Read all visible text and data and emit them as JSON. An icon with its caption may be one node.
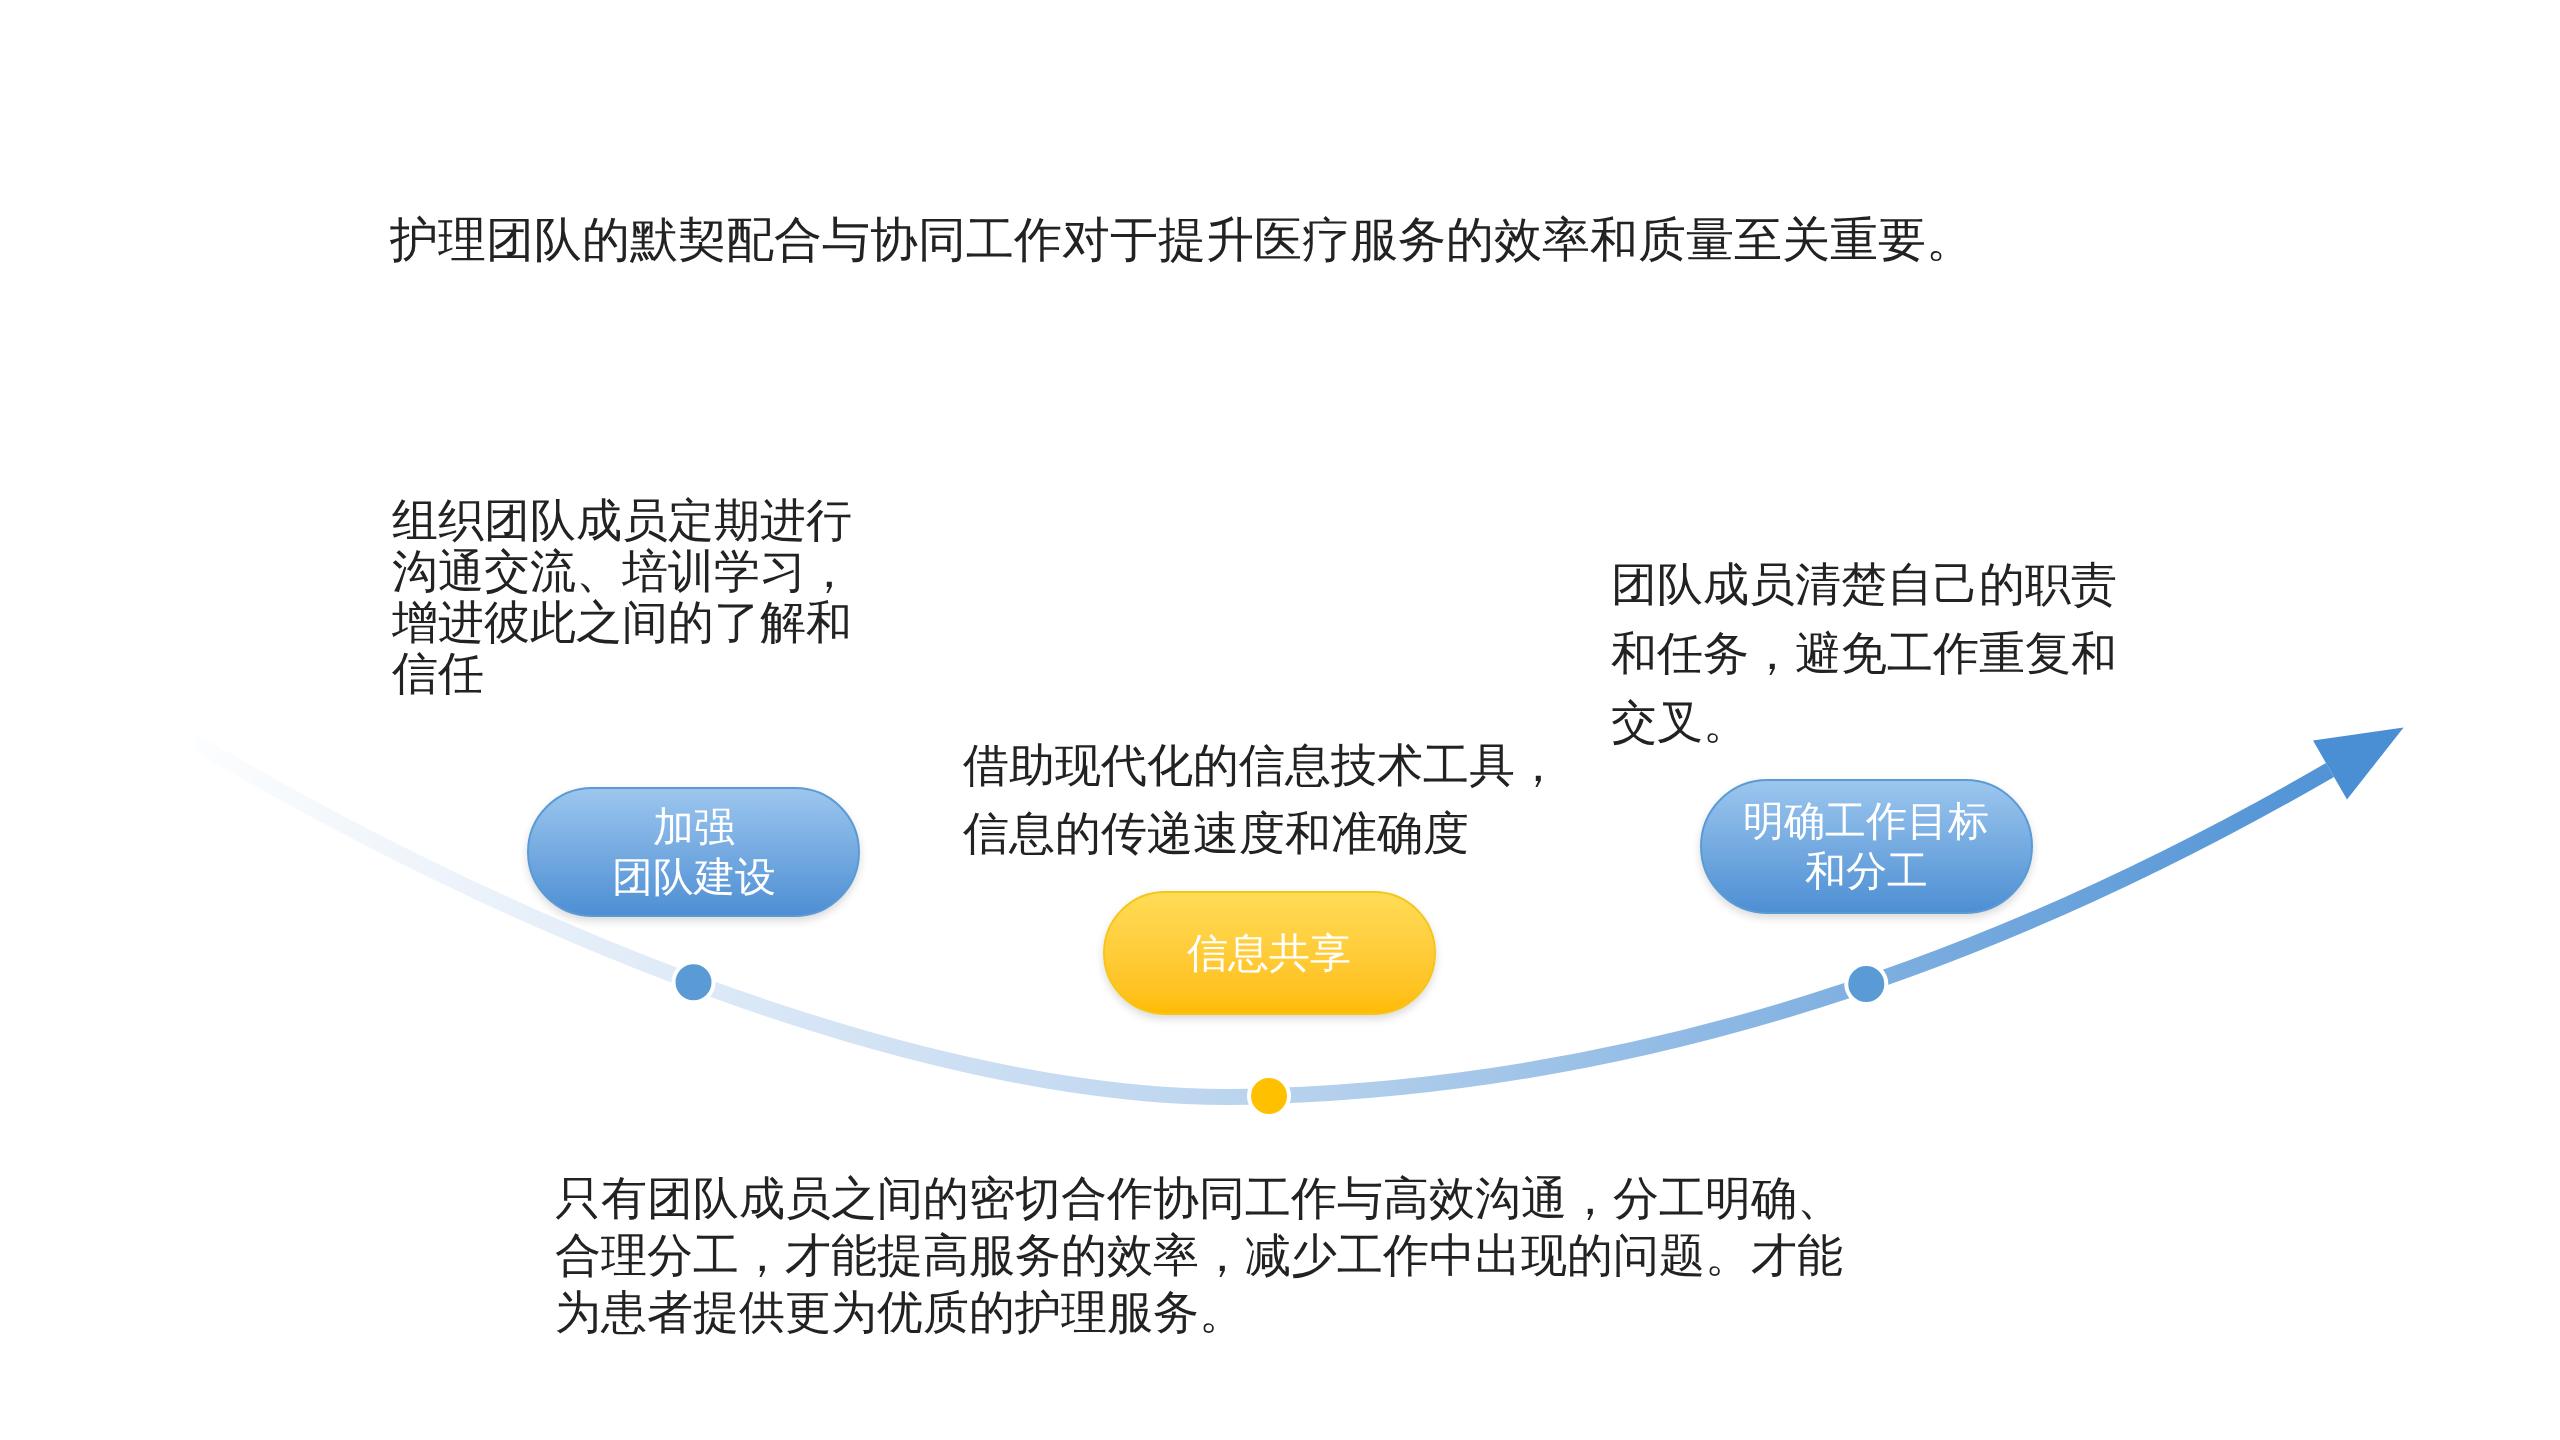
{
  "diagram": {
    "title": "护理团队的默契配合与协同工作对于提升医疗服务的效率和质量至关重要。",
    "nodes": [
      {
        "text": [
          "加强",
          "团队建设"
        ],
        "beside": [
          "组织团队成员定期进行沟通交流、培训学习，增进彼此之间的了解和信任"
        ]
      },
      {
        "text": [
          "信息共享"
        ],
        "beside": [
          "借助现代化的信息技术工具，信息的传递速度和准确度"
        ]
      },
      {
        "text": [
          "明确工作目标和分工"
        ],
        "beside": [
          "团队成员清楚自己的职责和任务，避免工作重复和交叉。"
        ]
      }
    ],
    "labels": [
      "只有团队成员之间的密切合作协同工作与高效沟通，分工明确、合理分工，才能提高服务的效率，减少工作中出现的问题。才能为患者提供更为优质的护理服务。"
    ]
  }
}
